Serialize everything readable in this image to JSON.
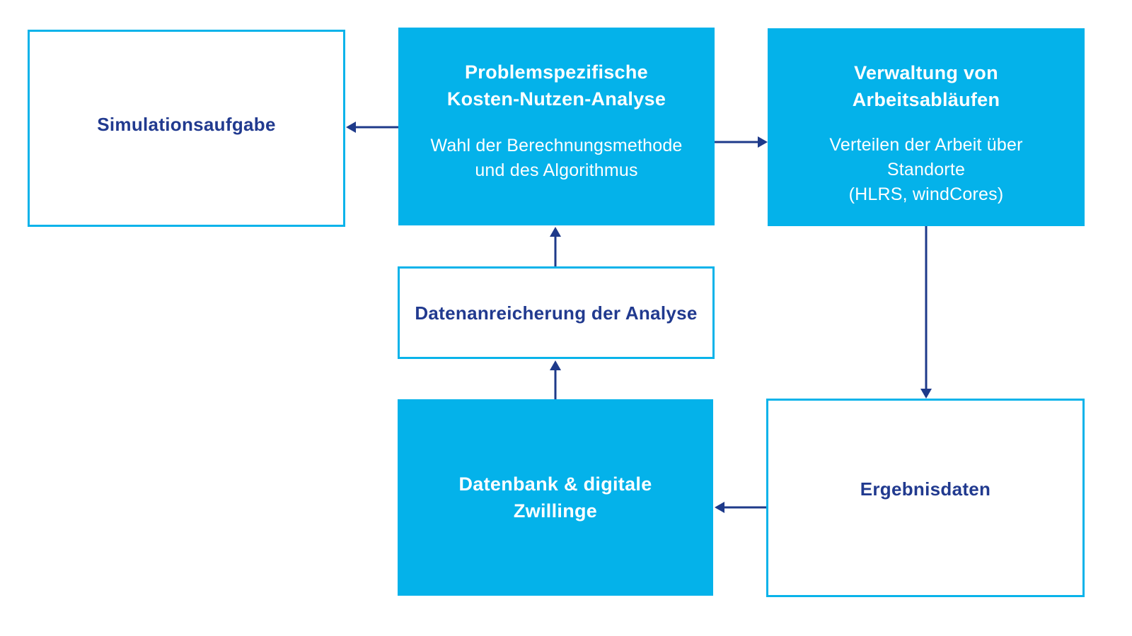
{
  "colors": {
    "fill": "#04b2ea",
    "outline": "#09b3ea",
    "text_dark": "#213a8f",
    "arrow": "#1e3a8a"
  },
  "boxes": {
    "simulation": {
      "title": "Simulationsaufgabe"
    },
    "problem": {
      "title": "Problemspezifische\nKosten-Nutzen-Analyse",
      "subtitle": "Wahl der Berechnungsmethode\nund des Algorithmus"
    },
    "workflow": {
      "title": "Verwaltung von\nArbeitsabläufen",
      "subtitle": "Verteilen der Arbeit über\nStandorte\n(HLRS, windCores)"
    },
    "enrichment": {
      "title": "Datenanreicherung der Analyse"
    },
    "database": {
      "title": "Datenbank & digitale\nZwillinge"
    },
    "results": {
      "title": "Ergebnisdaten"
    }
  }
}
